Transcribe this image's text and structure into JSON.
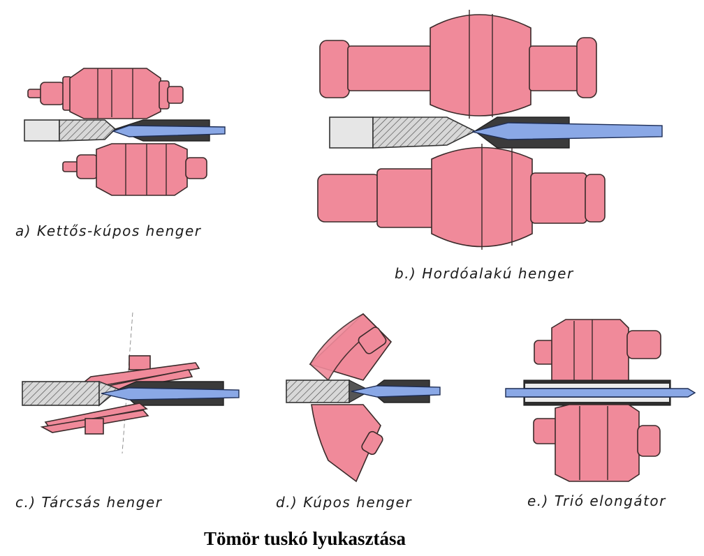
{
  "title": "Tömör tuskó lyukasztása",
  "panels": {
    "a": {
      "caption": "a) Kettős-kúpos henger"
    },
    "b": {
      "caption": "b.) Hordóalakú henger"
    },
    "c": {
      "caption": "c.) Tárcsás henger"
    },
    "d": {
      "caption": "d.) Kúpos henger"
    },
    "e": {
      "caption": "e.) Trió elongátor"
    }
  },
  "colors": {
    "roll": "#f08a9a",
    "mandrel": "#8aa8e6",
    "billet": "#e6e6e6"
  }
}
